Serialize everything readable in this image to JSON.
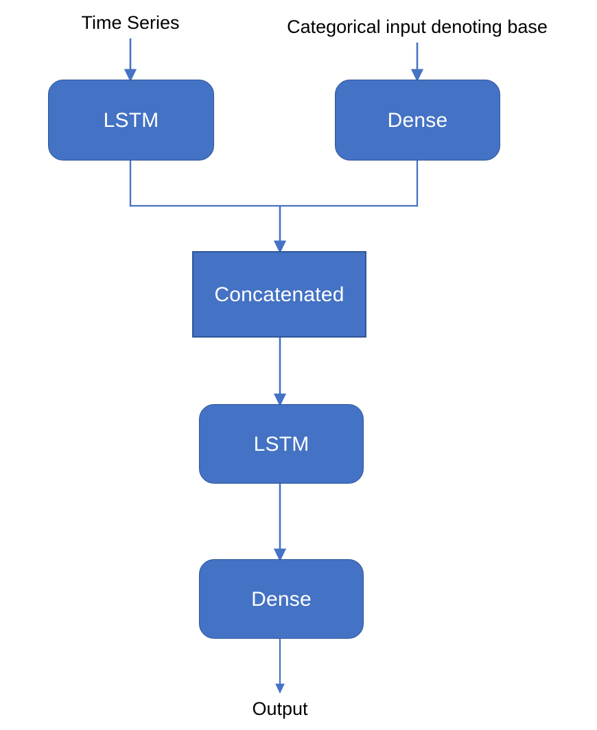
{
  "diagram": {
    "type": "flowchart",
    "title": "Neural network architecture flow diagram",
    "colors": {
      "node_fill": "#4472C4",
      "node_border": "#2F5597",
      "node_text": "#FFFFFF",
      "edge": "#4472C4",
      "label_text": "#000000",
      "background": "#FFFFFF"
    },
    "inputs": [
      {
        "id": "input-time-series",
        "label": "Time Series"
      },
      {
        "id": "input-categorical",
        "label": "Categorical input denoting base"
      }
    ],
    "nodes": [
      {
        "id": "lstm-top",
        "label": "LSTM",
        "shape": "rounded-rectangle"
      },
      {
        "id": "dense-top",
        "label": "Dense",
        "shape": "rounded-rectangle"
      },
      {
        "id": "concatenated",
        "label": "Concatenated",
        "shape": "rectangle"
      },
      {
        "id": "lstm-mid",
        "label": "LSTM",
        "shape": "rounded-rectangle"
      },
      {
        "id": "dense-bottom",
        "label": "Dense",
        "shape": "rounded-rectangle"
      }
    ],
    "outputs": [
      {
        "id": "output",
        "label": "Output"
      }
    ],
    "edges": [
      {
        "from": "input-time-series",
        "to": "lstm-top",
        "arrow": true
      },
      {
        "from": "input-categorical",
        "to": "dense-top",
        "arrow": true
      },
      {
        "from": "lstm-top",
        "to": "concatenated",
        "arrow": true,
        "style": "elbow-merge"
      },
      {
        "from": "dense-top",
        "to": "concatenated",
        "arrow": true,
        "style": "elbow-merge"
      },
      {
        "from": "concatenated",
        "to": "lstm-mid",
        "arrow": true
      },
      {
        "from": "lstm-mid",
        "to": "dense-bottom",
        "arrow": true
      },
      {
        "from": "dense-bottom",
        "to": "output",
        "arrow": true
      }
    ]
  }
}
